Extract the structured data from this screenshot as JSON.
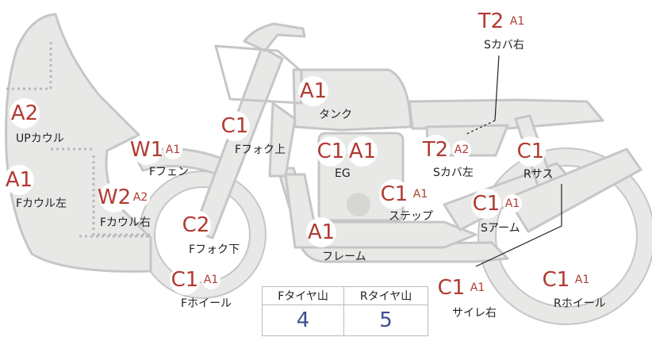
{
  "parts": {
    "up_cowl": {
      "name": "UPカウル",
      "grade": "A2",
      "sub": ""
    },
    "f_cowl_l": {
      "name": "Fカウル左",
      "grade": "A1",
      "sub": ""
    },
    "f_cowl_r": {
      "name": "Fカウル右",
      "grade": "W2",
      "sub": "A2"
    },
    "f_fender": {
      "name": "Fフェン",
      "grade": "W1",
      "sub": "A1"
    },
    "f_fork_up": {
      "name": "Fフォク上",
      "grade": "C1",
      "sub": ""
    },
    "f_fork_low": {
      "name": "Fフォク下",
      "grade": "C2",
      "sub": ""
    },
    "f_wheel": {
      "name": "Fホイール",
      "grade": "C1",
      "sub": "A1"
    },
    "tank": {
      "name": "タンク",
      "grade": "A1",
      "sub": ""
    },
    "eg": {
      "name": "EG",
      "grade": "C1",
      "grade2": "A1"
    },
    "frame": {
      "name": "フレーム",
      "grade": "A1",
      "sub": ""
    },
    "step": {
      "name": "ステップ",
      "grade": "C1",
      "sub": "A1"
    },
    "s_cover_l": {
      "name": "Sカバ左",
      "grade": "T2",
      "sub": "A2"
    },
    "s_cover_r": {
      "name": "Sカバ右",
      "grade": "T2",
      "sub": "A1"
    },
    "r_sus": {
      "name": "Rサス",
      "grade": "C1",
      "sub": ""
    },
    "s_arm": {
      "name": "Sアーム",
      "grade": "C1",
      "sub": "A1"
    },
    "silencer_r": {
      "name": "サイレ右",
      "grade": "C1",
      "sub": "A1"
    },
    "r_wheel": {
      "name": "Rホイール",
      "grade": "C1",
      "sub": "A1"
    }
  },
  "tyre": {
    "front_label": "Fタイヤ山",
    "rear_label": "Rタイヤ山",
    "front_value": "4",
    "rear_value": "5"
  },
  "colors": {
    "bike_fill": "#e8e8e6",
    "bike_stroke": "#c6c6c6",
    "grade_text": "#b03a32",
    "tyre_value": "#3a4f8f"
  }
}
